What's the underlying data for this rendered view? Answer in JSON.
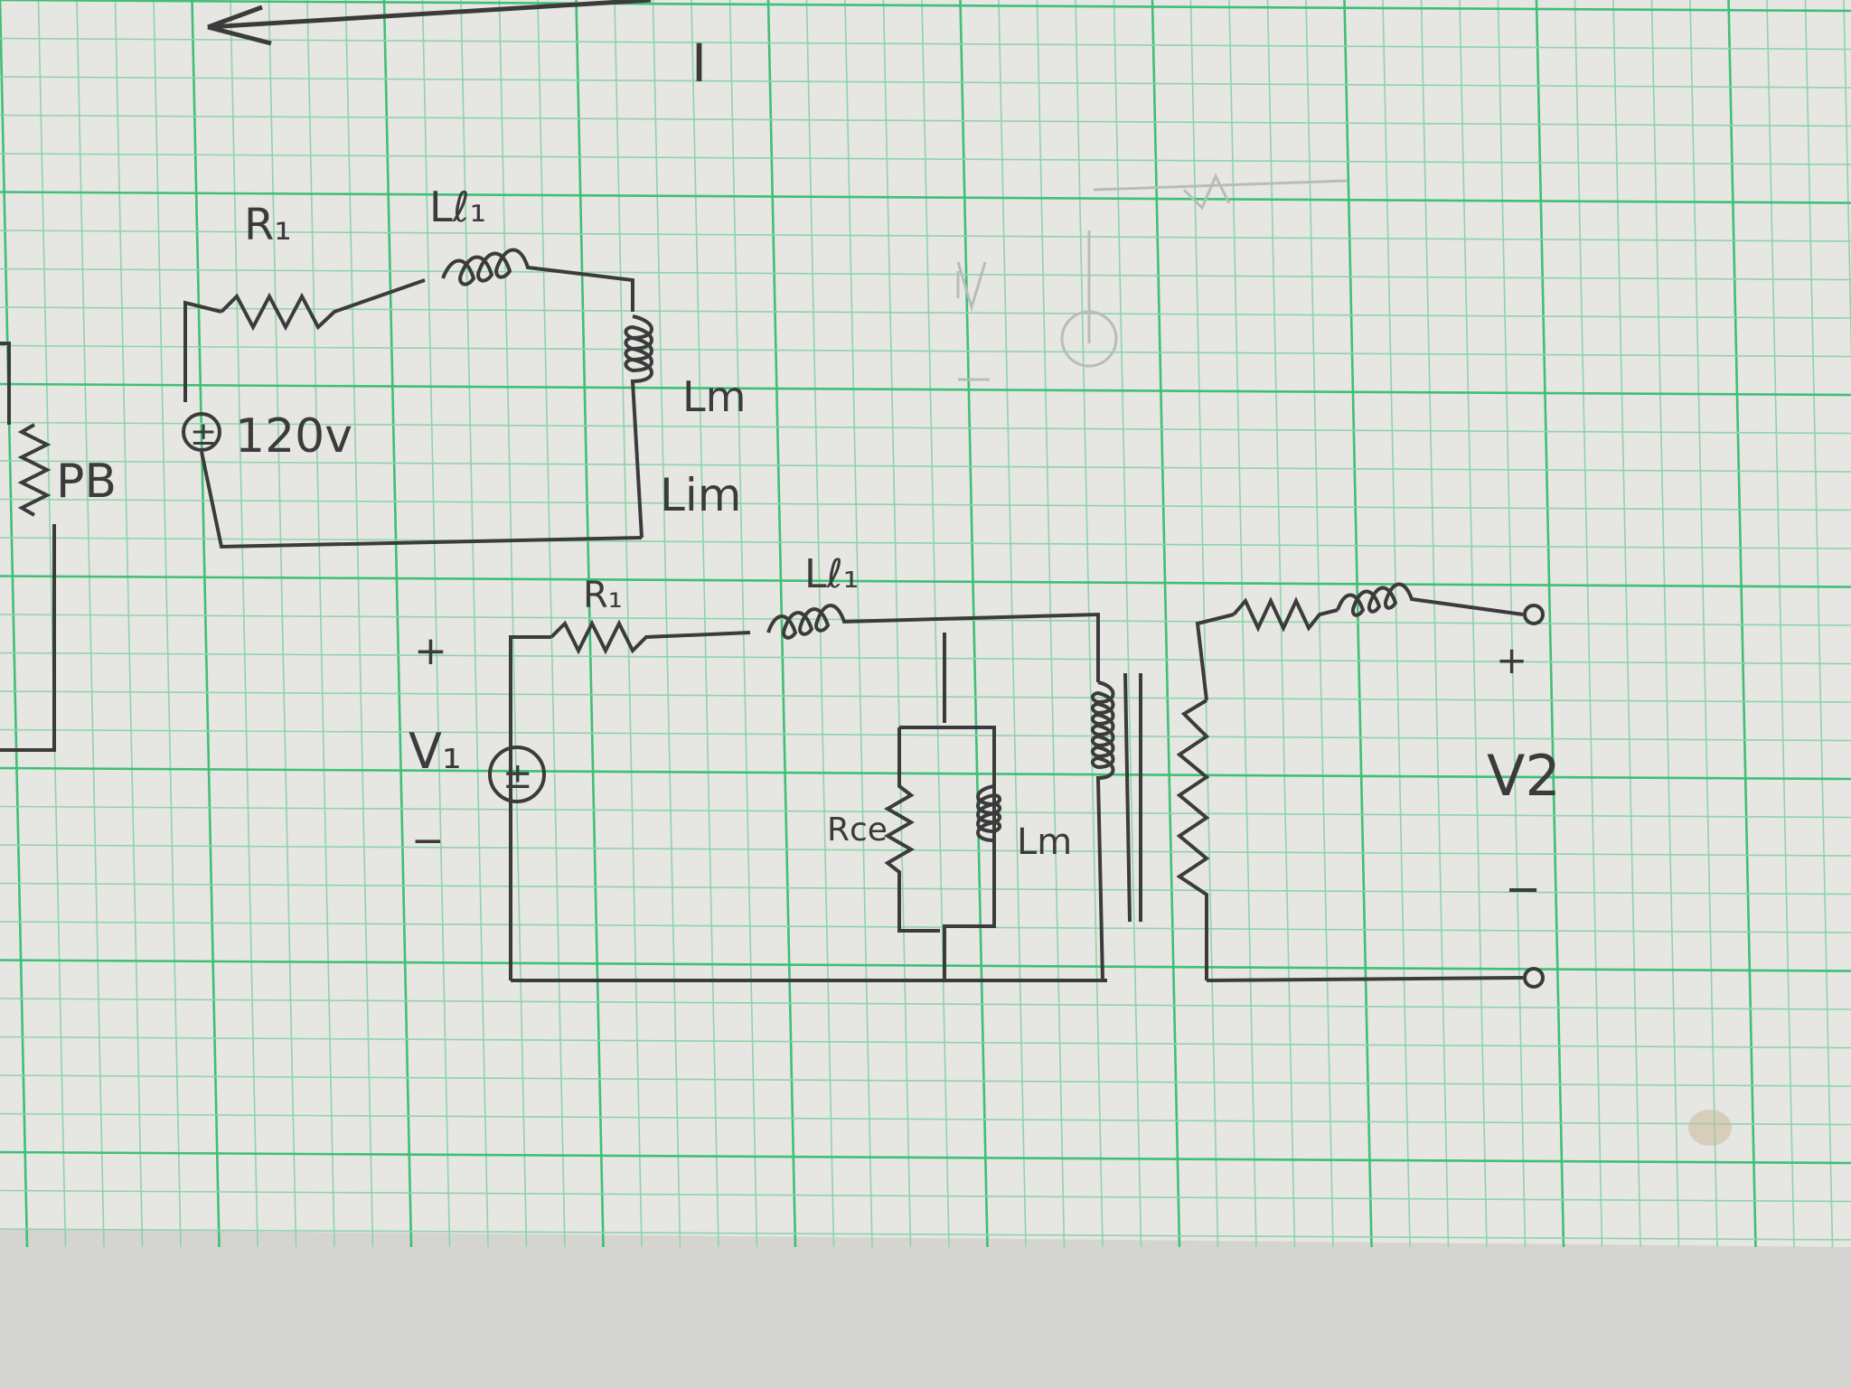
{
  "colors": {
    "paper": "#e6e7e2",
    "paper_edge": "#cfd0cb",
    "grid_minor": "#8fd3a9",
    "grid_major": "#3fbf78",
    "pencil": "#3b3b3b",
    "faint": "#b8bcb8"
  },
  "top_circuit": {
    "resistor_label": "R₁",
    "inductor_label": "Lℓ₁",
    "source_sign": "±",
    "source_value": "120v",
    "shunt_inductor_label": "Lm",
    "current_label": "Lim"
  },
  "left_fragment": {
    "resistor_label": "PB"
  },
  "bottom_circuit": {
    "resistor_label": "R₁",
    "inductor_label": "Lℓ₁",
    "v1_plus": "+",
    "v1_label": "V₁",
    "v1_minus": "−",
    "source_sign": "±",
    "core_resistor_label": "Rce",
    "magnetizing_label": "Lm",
    "v2_plus": "+",
    "v2_label": "V2",
    "v2_minus": "−"
  },
  "top_mark": "I"
}
